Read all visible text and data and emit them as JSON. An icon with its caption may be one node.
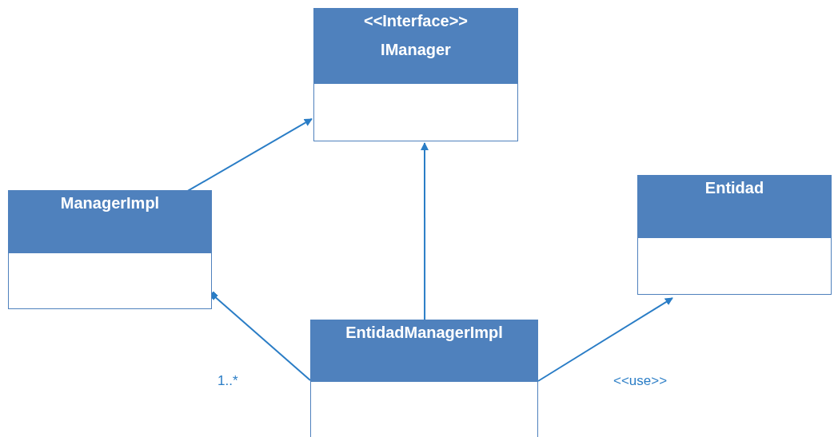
{
  "diagram": {
    "nodes": [
      {
        "text": [
          "<<Interface>>",
          "IManager"
        ]
      },
      {
        "text": [
          "ManagerImpl"
        ]
      },
      {
        "text": [
          "Entidad"
        ]
      },
      {
        "text": [
          "EntidadManagerImpl"
        ]
      }
    ],
    "edges": [
      {
        "from": 1,
        "to": 0,
        "arrow": "to"
      },
      {
        "from": 3,
        "to": 0,
        "arrow": "to"
      },
      {
        "from": 3,
        "to": 1,
        "arrow": "other",
        "label": "1..*"
      },
      {
        "from": 3,
        "to": 2,
        "arrow": "to",
        "label": "<<use>>"
      }
    ]
  }
}
